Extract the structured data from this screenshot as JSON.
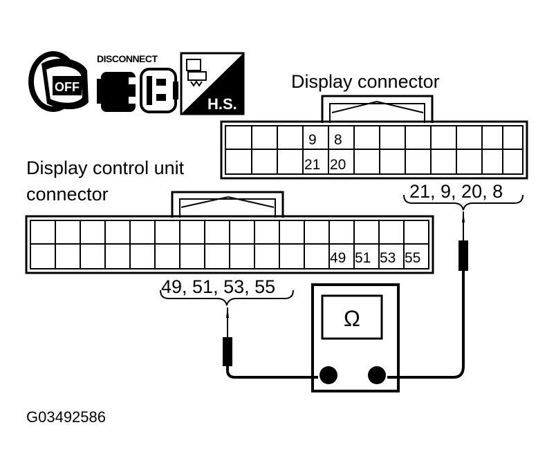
{
  "icons": {
    "ignition": {
      "icon": "ignition-key-off-icon",
      "text": "OFF"
    },
    "disconnect": {
      "icon": "connector-disconnect-icon",
      "text": "DISCONNECT"
    },
    "harness_service": {
      "icon": "harness-connector-check-icon",
      "text": "H.S."
    }
  },
  "display_connector": {
    "title": "Display connector",
    "pins_top": [
      "9",
      "8"
    ],
    "pins_bottom": [
      "21",
      "20"
    ],
    "probe_pins": "21, 9, 20, 8"
  },
  "control_unit_connector": {
    "title_line1": "Display control unit",
    "title_line2": "connector",
    "pins": [
      "49",
      "51",
      "53",
      "55"
    ],
    "probe_pins": "49, 51, 53, 55"
  },
  "meter": {
    "symbol": "Ω"
  },
  "figure_id": "G03492586"
}
